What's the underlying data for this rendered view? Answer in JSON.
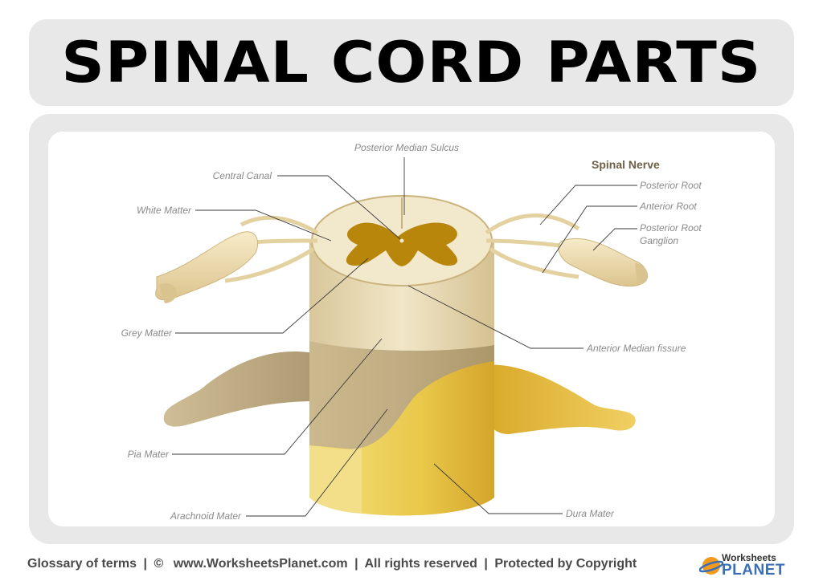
{
  "title": "SPINAL CORD PARTS",
  "labels": {
    "posterior_median_sulcus": "Posterior Median Sulcus",
    "central_canal": "Central Canal",
    "white_matter": "White Matter",
    "grey_matter": "Grey Matter",
    "pia_mater": "Pia Mater",
    "arachnoid_mater": "Arachnoid Mater",
    "spinal_nerve": "Spinal Nerve",
    "posterior_root": "Posterior Root",
    "anterior_root": "Anterior Root",
    "posterior_root_ganglion_1": "Posterior Root",
    "posterior_root_ganglion_2": "Ganglion",
    "anterior_median_fissure": "Anterior Median fissure",
    "dura_mater": "Dura Mater"
  },
  "footer": {
    "glossary": "Glossary of terms",
    "sep1": "|",
    "copyright_symbol": "©",
    "website": "www.WorksheetsPlanet.com",
    "sep2": "|",
    "rights": "All rights reserved",
    "sep3": "|",
    "protected": "Protected by Copyright"
  },
  "logo": {
    "line1": "Worksheets",
    "line2": "PLANET"
  },
  "colors": {
    "frame": "#e8e8e8",
    "cord": "#e9d9ad",
    "grey_matter": "#b8860b",
    "dura": "#e6c443",
    "nerve": "#eedcae"
  }
}
